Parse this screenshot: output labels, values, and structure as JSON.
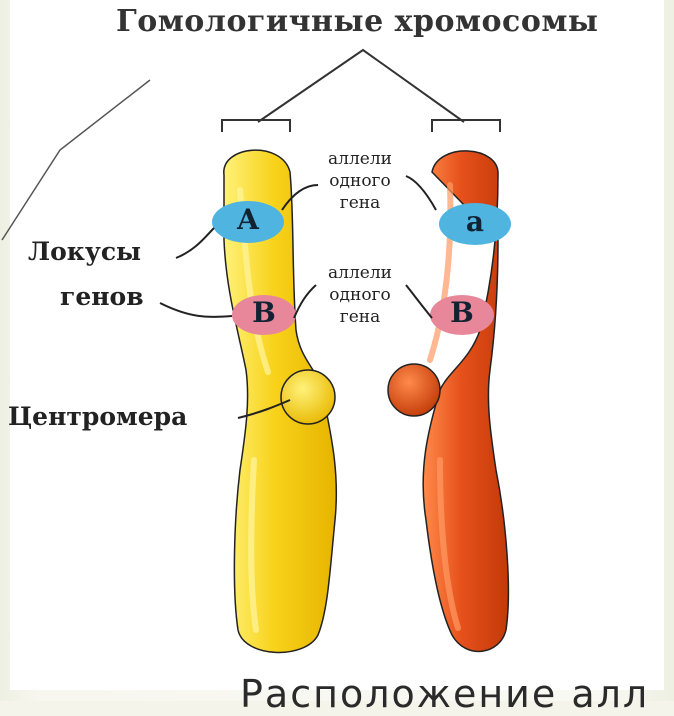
{
  "title": "Гомологичные хромосомы",
  "labels": {
    "loci_line1": "Локусы",
    "loci_line2": "генов",
    "centromere": "Центромера"
  },
  "allele_labels": {
    "top": [
      "аллели",
      "одного",
      "гена"
    ],
    "bottom": [
      "аллели",
      "одного",
      "гена"
    ]
  },
  "loci": {
    "left_top": "A",
    "left_bottom": "B",
    "right_top": "a",
    "right_bottom": "B"
  },
  "caption": "Расположение алл",
  "colors": {
    "left_chromosome": "#f8d21a",
    "right_chromosome": "#e6501b",
    "locus_a": "#4fb4e0",
    "locus_b": "#e8879a",
    "centromere": "#f4cc10"
  }
}
